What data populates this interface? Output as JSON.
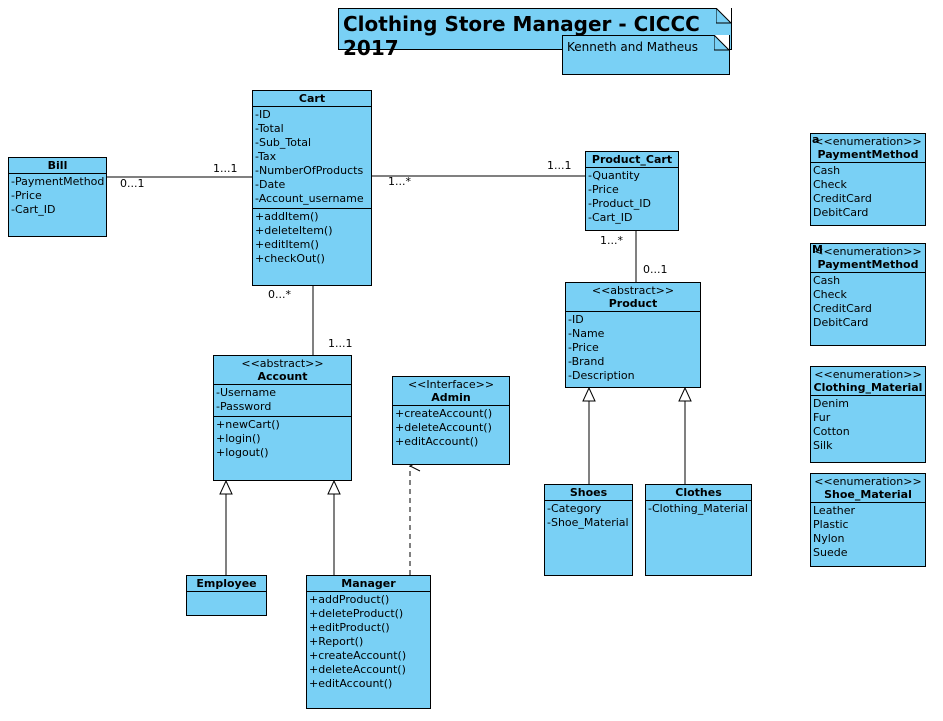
{
  "title": "Clothing Store Manager - CICCC 2017",
  "authors": "Kenneth and Matheus",
  "classes": {
    "bill": {
      "name": "Bill",
      "attributes": [
        "-PaymentMethod",
        "-Price",
        "-Cart_ID"
      ]
    },
    "cart": {
      "name": "Cart",
      "attributes": [
        "-ID",
        "-Total",
        "-Sub_Total",
        "-Tax",
        "-NumberOfProducts",
        "-Date",
        "-Account_username"
      ],
      "operations": [
        "+addItem()",
        "+deleteItem()",
        "+editItem()",
        "+checkOut()"
      ]
    },
    "product_cart": {
      "name": "Product_Cart",
      "attributes": [
        "-Quantity",
        "-Price",
        "-Product_ID",
        "-Cart_ID"
      ]
    },
    "product": {
      "stereotype": "<<abstract>>",
      "name": "Product",
      "attributes": [
        "-ID",
        "-Name",
        "-Price",
        "-Brand",
        "-Description"
      ]
    },
    "account": {
      "stereotype": "<<abstract>>",
      "name": "Account",
      "attributes": [
        "-Username",
        "-Password"
      ],
      "operations": [
        "+newCart()",
        "+login()",
        "+logout()"
      ]
    },
    "admin": {
      "stereotype": "<<Interface>>",
      "name": "Admin",
      "operations": [
        "+createAccount()",
        "+deleteAccount()",
        "+editAccount()"
      ]
    },
    "employee": {
      "name": "Employee"
    },
    "manager": {
      "name": "Manager",
      "operations": [
        "+addProduct()",
        "+deleteProduct()",
        "+editProduct()",
        "+Report()",
        "+createAccount()",
        "+deleteAccount()",
        "+editAccount()"
      ]
    },
    "shoes": {
      "name": "Shoes",
      "attributes": [
        "-Category",
        "-Shoe_Material"
      ]
    },
    "clothes": {
      "name": "Clothes",
      "attributes": [
        "-Clothing_Material"
      ]
    }
  },
  "enumerations": {
    "payment1": {
      "stereotype": "<<enumeration>>",
      "name": "PaymentMethod",
      "corner": "a",
      "literals": [
        "Cash",
        "Check",
        "CreditCard",
        "DebitCard"
      ]
    },
    "payment2": {
      "stereotype": "<<enumeration>>",
      "name": "PaymentMethod",
      "corner": "M",
      "literals": [
        "Cash",
        "Check",
        "CreditCard",
        "DebitCard"
      ]
    },
    "clothing_material": {
      "stereotype": "<<enumeration>>",
      "name": "Clothing_Material",
      "literals": [
        "Denim",
        "Fur",
        "Cotton",
        "Silk"
      ]
    },
    "shoe_material": {
      "stereotype": "<<enumeration>>",
      "name": "Shoe_Material",
      "literals": [
        "Leather",
        "Plastic",
        "Nylon",
        "Suede"
      ]
    }
  },
  "multiplicities": {
    "bill_cart_bill": "0...1",
    "bill_cart_cart": "1...1",
    "cart_pc_cart": "1...*",
    "cart_pc_pc": "1...1",
    "pc_product_pc": "1...*",
    "pc_product_product": "0...1",
    "cart_account_cart": "0...*",
    "cart_account_account": "1...1"
  },
  "colors": {
    "class_fill": "#79d0f5",
    "line": "#000000"
  }
}
